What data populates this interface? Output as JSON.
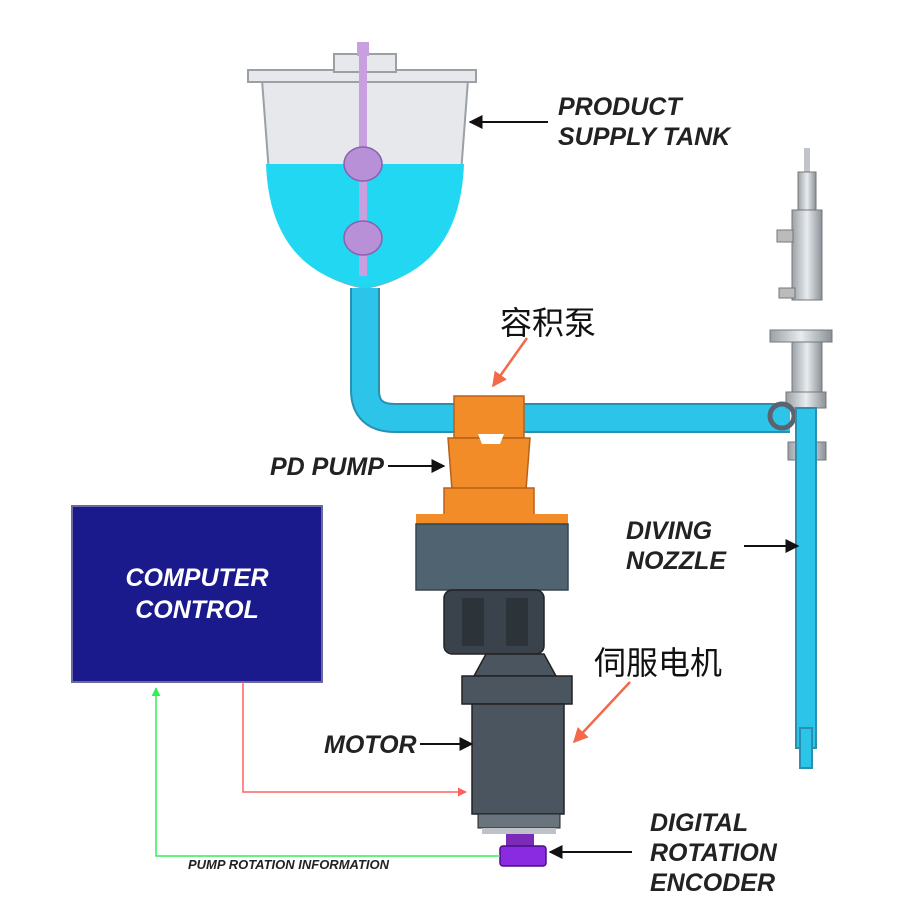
{
  "labels": {
    "product_supply_tank": [
      "PRODUCT",
      "SUPPLY TANK"
    ],
    "pd_pump": "PD PUMP",
    "pd_pump_cn": "容积泵",
    "diving_nozzle": [
      "DIVING",
      "NOZZLE"
    ],
    "motor": "MOTOR",
    "motor_cn": "伺服电机",
    "digital_rotation_encoder": [
      "DIGITAL",
      "ROTATION",
      "ENCODER"
    ],
    "pump_rotation_information": "PUMP ROTATION INFORMATION",
    "computer_control": [
      "COMPUTER",
      "CONTROL"
    ]
  },
  "colors": {
    "liquid": "#22d7f2",
    "pipe": "#2cc4e8",
    "pump": "#f28c28",
    "computer_box": "#1a1a8c",
    "control_signal": "#ff6060",
    "feedback_signal": "#33ee55",
    "cn_arrow": "#f26a4a",
    "encoder": "#8a2be2",
    "motor": "#4a5560"
  }
}
